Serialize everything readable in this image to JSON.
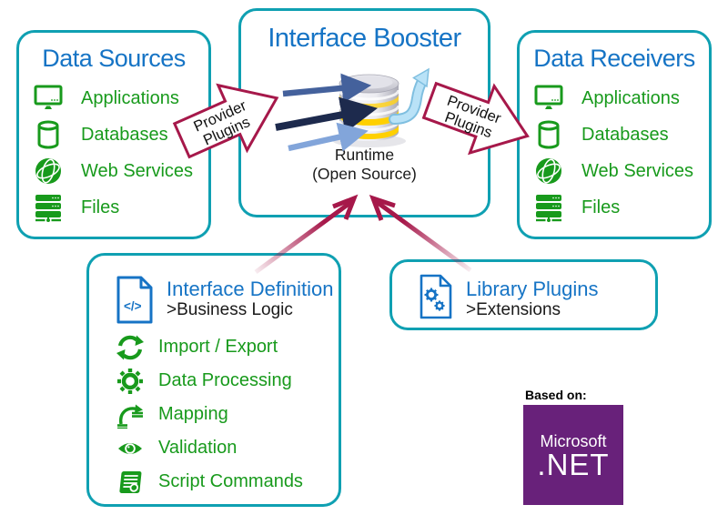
{
  "colors": {
    "panel_border_teal": "#0FA0B2",
    "title_blue": "#1674C5",
    "item_green": "#189A1C",
    "arrow_crimson": "#A6184A",
    "net_purple": "#68217A",
    "text_dark": "#1A1A1A"
  },
  "panels": {
    "data_sources": {
      "title": "Data Sources",
      "items": [
        {
          "icon": "applications-icon",
          "label": "Applications"
        },
        {
          "icon": "databases-icon",
          "label": "Databases"
        },
        {
          "icon": "web-services-icon",
          "label": "Web Services"
        },
        {
          "icon": "files-icon",
          "label": "Files"
        }
      ]
    },
    "interface_booster": {
      "title": "Interface Booster",
      "runtime_line1": "Runtime",
      "runtime_line2": "(Open Source)"
    },
    "data_receivers": {
      "title": "Data Receivers",
      "items": [
        {
          "icon": "applications-icon",
          "label": "Applications"
        },
        {
          "icon": "databases-icon",
          "label": "Databases"
        },
        {
          "icon": "web-services-icon",
          "label": "Web Services"
        },
        {
          "icon": "files-icon",
          "label": "Files"
        }
      ]
    },
    "interface_definition": {
      "title": "Interface Definition",
      "subtitle": ">Business Logic",
      "icon": "code-document-icon",
      "items": [
        {
          "icon": "sync-icon",
          "label": "Import / Export"
        },
        {
          "icon": "gear-icon",
          "label": "Data Processing"
        },
        {
          "icon": "mapping-icon",
          "label": "Mapping"
        },
        {
          "icon": "eye-icon",
          "label": "Validation"
        },
        {
          "icon": "script-icon",
          "label": "Script Commands"
        }
      ]
    },
    "library_plugins": {
      "title": "Library Plugins",
      "subtitle": ">Extensions",
      "icon": "gears-document-icon"
    }
  },
  "arrows": {
    "provider_left": {
      "line1": "Provider",
      "line2": "Plugins"
    },
    "provider_right": {
      "line1": "Provider",
      "line2": "Plugins"
    }
  },
  "icons": {
    "code_glyph": "</>"
  },
  "footer": {
    "based_on": "Based on:",
    "logo_line1": "Microsoft",
    "logo_line2": ".NET"
  }
}
